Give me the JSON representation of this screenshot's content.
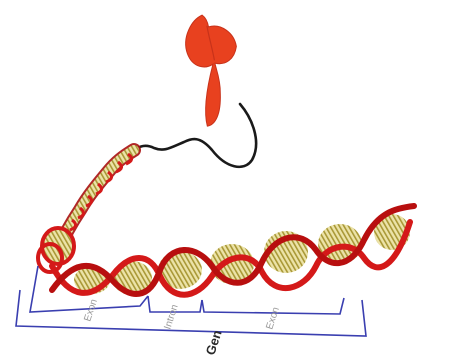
{
  "labels": {
    "exon_left": "Exon",
    "intron": "Intron",
    "exon_right": "Exon",
    "gene": "Gen"
  },
  "colors": {
    "chromosome": "#e8411f",
    "chromosome_dark": "#c8321a",
    "backbone": "#d41919",
    "backbone_dark": "#a80f0f",
    "base_pair": "#b9a94a",
    "base_fill": "#e6dc9a",
    "bracket": "#3a3fb0",
    "strand": "#1a1a1a"
  }
}
